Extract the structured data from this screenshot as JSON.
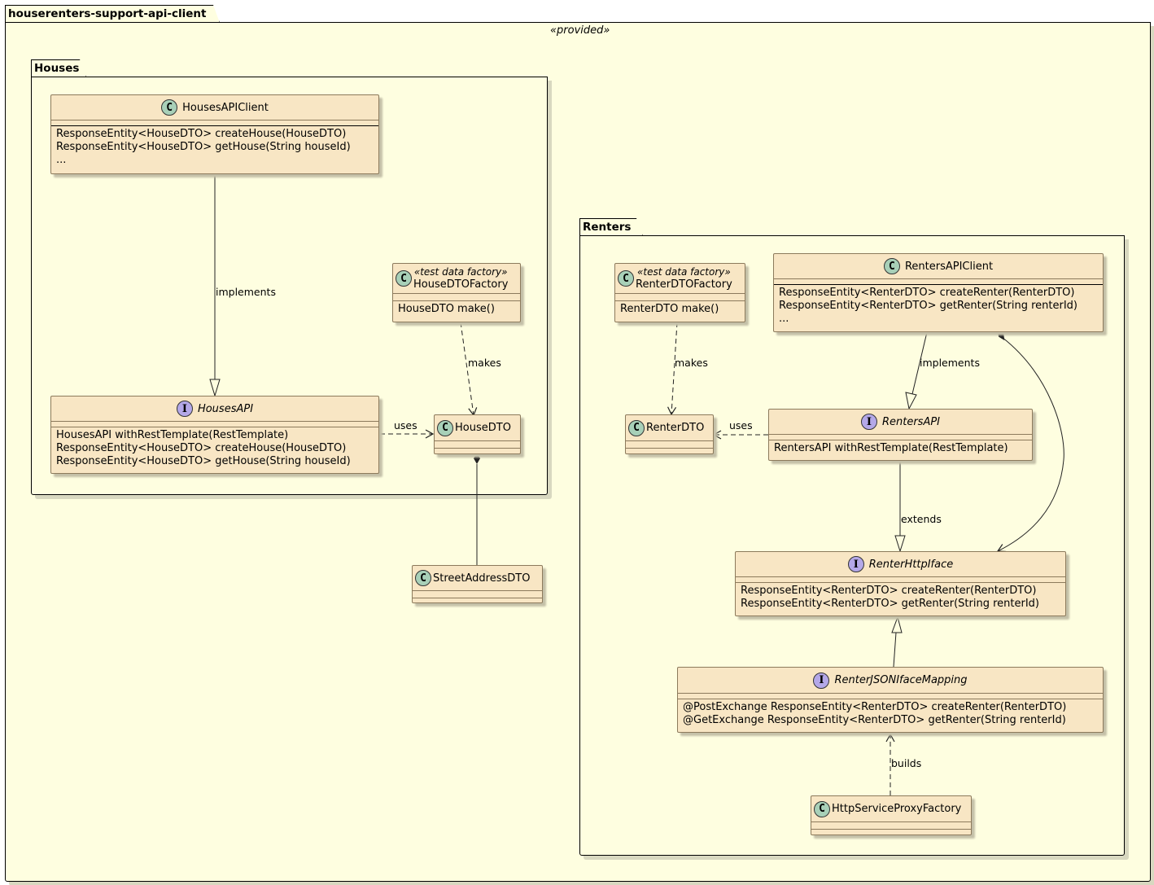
{
  "root_package": {
    "name": "houserenters-support-api-client",
    "stereotype": "«provided»"
  },
  "packages": {
    "houses": {
      "name": "Houses",
      "classes": {
        "houses_api_client": {
          "kind": "C",
          "name": "HousesAPIClient",
          "methods": [
            "ResponseEntity<HouseDTO> createHouse(HouseDTO)",
            "ResponseEntity<HouseDTO> getHouse(String houseId)",
            "..."
          ]
        },
        "house_dto_factory": {
          "kind": "C",
          "stereotype": "«test data factory»",
          "name": "HouseDTOFactory",
          "methods": [
            "HouseDTO make()"
          ]
        },
        "houses_api": {
          "kind": "I",
          "name": "HousesAPI",
          "methods": [
            "HousesAPI withRestTemplate(RestTemplate)",
            "ResponseEntity<HouseDTO> createHouse(HouseDTO)",
            "ResponseEntity<HouseDTO> getHouse(String houseId)"
          ]
        },
        "house_dto": {
          "kind": "C",
          "name": "HouseDTO"
        }
      }
    },
    "renters": {
      "name": "Renters",
      "classes": {
        "renter_dto_factory": {
          "kind": "C",
          "stereotype": "«test data factory»",
          "name": "RenterDTOFactory",
          "methods": [
            "RenterDTO make()"
          ]
        },
        "renters_api_client": {
          "kind": "C",
          "name": "RentersAPIClient",
          "methods": [
            "ResponseEntity<RenterDTO> createRenter(RenterDTO)",
            "ResponseEntity<RenterDTO> getRenter(String renterId)",
            "..."
          ]
        },
        "renter_dto": {
          "kind": "C",
          "name": "RenterDTO"
        },
        "renters_api": {
          "kind": "I",
          "name": "RentersAPI",
          "methods": [
            "RentersAPI withRestTemplate(RestTemplate)"
          ]
        },
        "renter_http_iface": {
          "kind": "I",
          "name": "RenterHttpIface",
          "methods": [
            "ResponseEntity<RenterDTO> createRenter(RenterDTO)",
            "ResponseEntity<RenterDTO> getRenter(String renterId)"
          ]
        },
        "renter_json_iface_mapping": {
          "kind": "I",
          "name": "RenterJSONIfaceMapping",
          "methods": [
            "@PostExchange ResponseEntity<RenterDTO> createRenter(RenterDTO)",
            "@GetExchange ResponseEntity<RenterDTO> getRenter(String renterId)"
          ]
        },
        "http_service_proxy_factory": {
          "kind": "C",
          "name": "HttpServiceProxyFactory"
        }
      }
    }
  },
  "outside_classes": {
    "street_address_dto": {
      "kind": "C",
      "name": "StreetAddressDTO"
    }
  },
  "relations": [
    {
      "from": "HousesAPIClient",
      "to": "HousesAPI",
      "type": "realization",
      "label": "implements"
    },
    {
      "from": "HouseDTOFactory",
      "to": "HouseDTO",
      "type": "dependency",
      "label": "makes"
    },
    {
      "from": "HousesAPI",
      "to": "HouseDTO",
      "type": "dependency",
      "label": "uses"
    },
    {
      "from": "HouseDTO",
      "to": "StreetAddressDTO",
      "type": "composition",
      "label": ""
    },
    {
      "from": "RenterDTOFactory",
      "to": "RenterDTO",
      "type": "dependency",
      "label": "makes"
    },
    {
      "from": "RentersAPIClient",
      "to": "RentersAPI",
      "type": "realization",
      "label": "implements"
    },
    {
      "from": "RentersAPI",
      "to": "RenterDTO",
      "type": "dependency",
      "label": "uses"
    },
    {
      "from": "RentersAPI",
      "to": "RenterHttpIface",
      "type": "generalization",
      "label": "extends"
    },
    {
      "from": "RentersAPIClient",
      "to": "RenterHttpIface",
      "type": "composition",
      "label": ""
    },
    {
      "from": "RenterJSONIfaceMapping",
      "to": "RenterHttpIface",
      "type": "generalization",
      "label": ""
    },
    {
      "from": "HttpServiceProxyFactory",
      "to": "RenterJSONIfaceMapping",
      "type": "dependency",
      "label": "builds"
    }
  ],
  "colors": {
    "package_bg": "#fefee0",
    "class_bg": "#f8e6c4",
    "class_badge": "#a8d0b8",
    "interface_badge": "#b4a8e8"
  }
}
